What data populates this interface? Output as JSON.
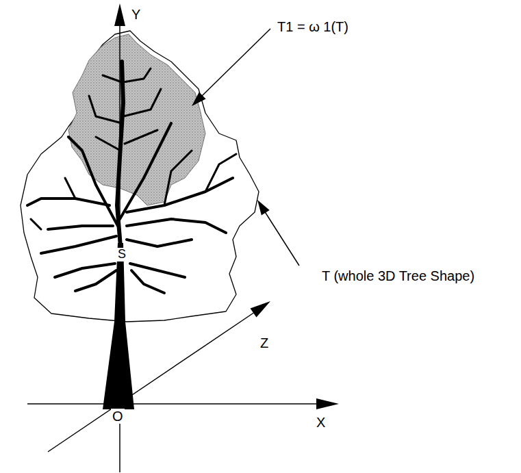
{
  "diagram": {
    "labels": [
      "Y",
      "T1 = ω 1(T)",
      "T (whole 3D Tree Shape)",
      "S",
      "Z",
      "O",
      "X"
    ]
  }
}
